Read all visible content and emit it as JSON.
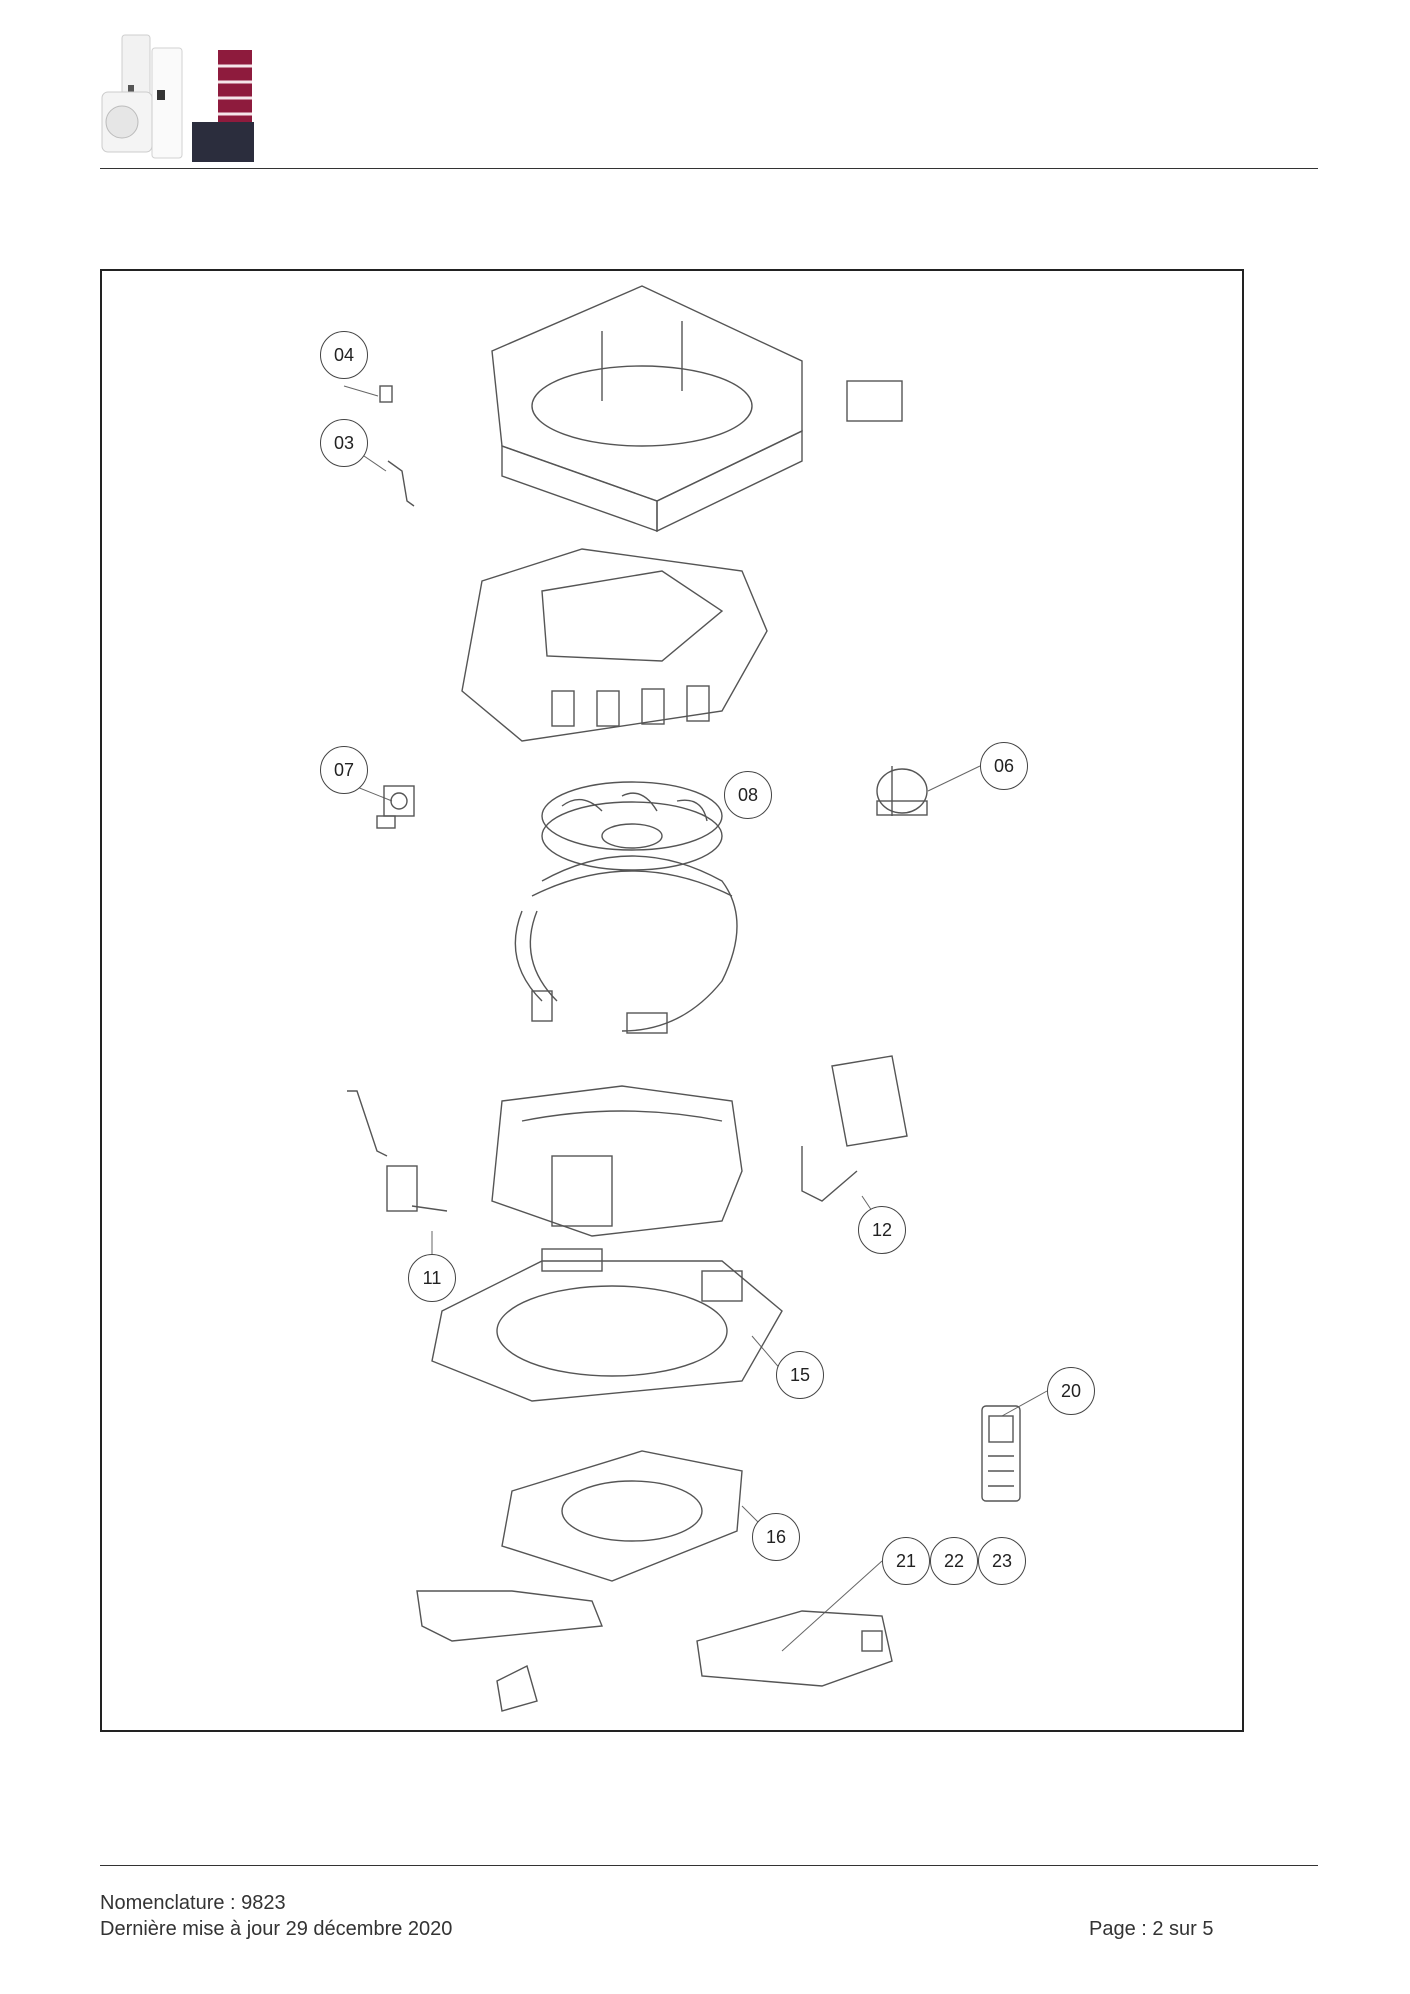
{
  "header": {
    "logo_icon": "appliances-logo-icon"
  },
  "diagram": {
    "callouts": [
      "04",
      "03",
      "07",
      "08",
      "06",
      "12",
      "11",
      "15",
      "20",
      "16",
      "21",
      "22",
      "23"
    ]
  },
  "footer": {
    "nomenclature": "Nomenclature : 9823",
    "updated": "Dernière mise à jour 29 décembre 2020",
    "page": "Page : 2 sur 5"
  }
}
